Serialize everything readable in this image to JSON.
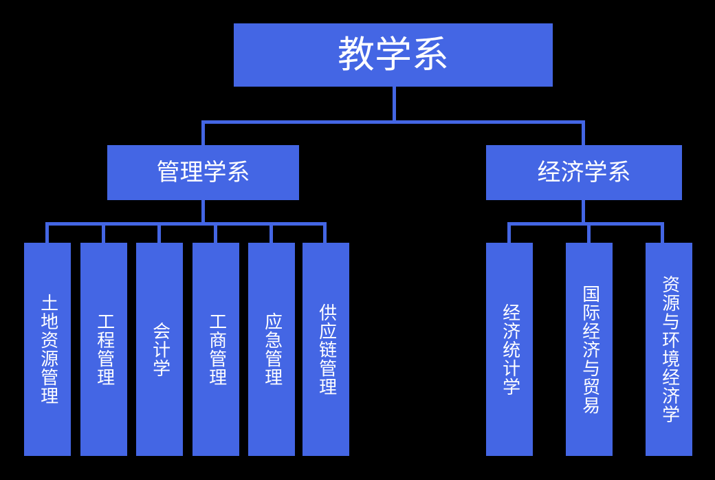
{
  "diagram": {
    "title": "教学系",
    "background_color": "#000000",
    "node_color": "#4466e4",
    "text_color": "#ffffff",
    "connector_color": "#4466e4"
  },
  "root": {
    "label": "教学系"
  },
  "departments": [
    {
      "label": "管理学系",
      "children": [
        {
          "label": "土地资源管理"
        },
        {
          "label": "工程管理"
        },
        {
          "label": "会计学"
        },
        {
          "label": "工商管理"
        },
        {
          "label": "应急管理"
        },
        {
          "label": "供应链管理"
        }
      ]
    },
    {
      "label": "经济学系",
      "children": [
        {
          "label": "经济统计学"
        },
        {
          "label": "国际经济与贸易"
        },
        {
          "label": "资源与环境经济学"
        }
      ]
    }
  ]
}
